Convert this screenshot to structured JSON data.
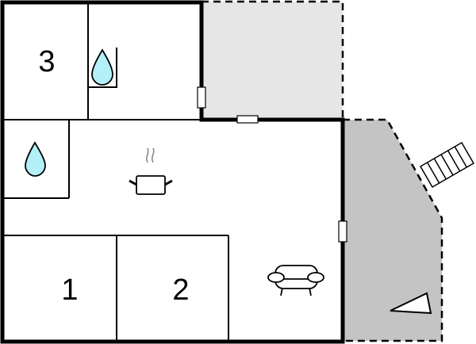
{
  "diagram": {
    "type": "floor-plan",
    "rooms": [
      {
        "id": "bedroom-3",
        "label": "3",
        "kind": "bedroom"
      },
      {
        "id": "bathroom-top",
        "label": "",
        "kind": "bathroom",
        "icon": "water-drop-icon"
      },
      {
        "id": "bathroom-left",
        "label": "",
        "kind": "bathroom",
        "icon": "water-drop-icon"
      },
      {
        "id": "kitchen",
        "label": "",
        "kind": "kitchen",
        "icon": "cooking-pot-icon"
      },
      {
        "id": "living",
        "label": "",
        "kind": "living-room",
        "icon": "armchair-icon"
      },
      {
        "id": "bedroom-1",
        "label": "1",
        "kind": "bedroom"
      },
      {
        "id": "bedroom-2",
        "label": "2",
        "kind": "bedroom"
      }
    ],
    "outdoor_areas": [
      {
        "id": "covered-terrace",
        "kind": "terrace",
        "fill": "#e6e6e6"
      },
      {
        "id": "terrace-east",
        "kind": "terrace",
        "fill": "#c4c4c4",
        "icon": "triangle-marker-icon"
      }
    ],
    "features": [
      {
        "id": "stairs",
        "icon": "stairs-icon"
      }
    ],
    "colors": {
      "wall": "#000000",
      "water": "#b3f0f7",
      "terrace_light": "#e6e6e6",
      "terrace_dark": "#c4c4c4",
      "steam": "#888888"
    }
  }
}
